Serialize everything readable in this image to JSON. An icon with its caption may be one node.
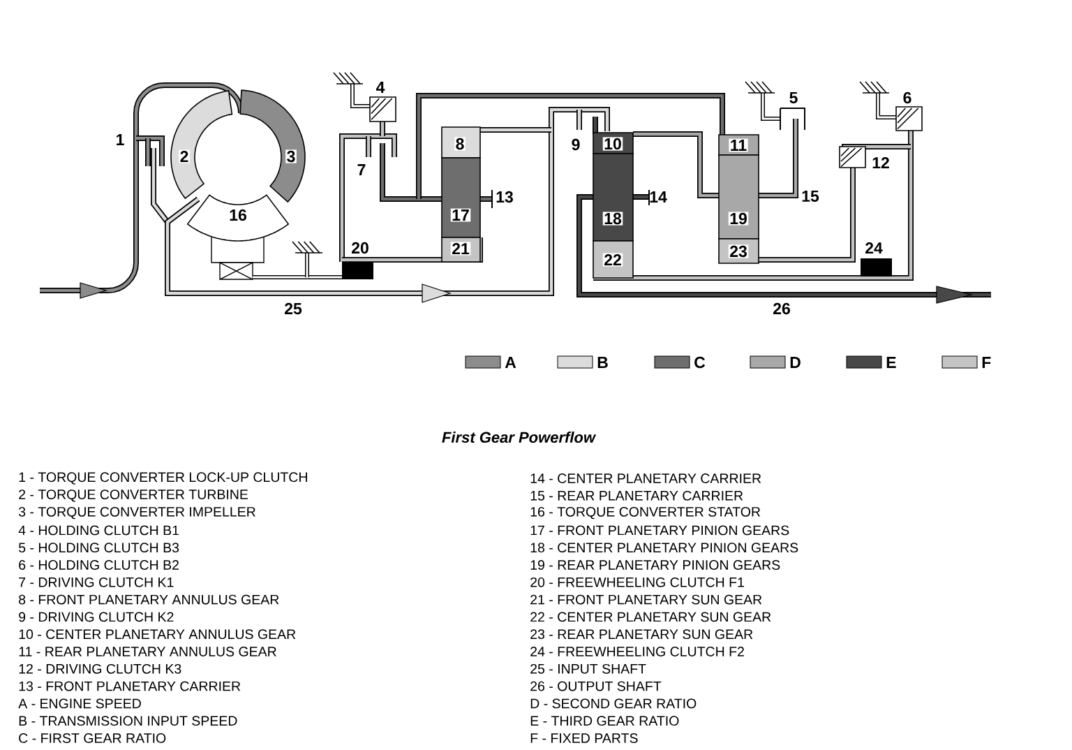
{
  "diagram": {
    "title": "First Gear Powerflow",
    "nodes": [
      {
        "text": [
          "2"
        ]
      },
      {
        "text": [
          "3"
        ]
      },
      {
        "text": [
          "16"
        ]
      },
      {
        "text": [
          "8"
        ]
      },
      {
        "text": [
          "17"
        ]
      },
      {
        "text": [
          "21"
        ]
      },
      {
        "text": [
          "10"
        ]
      },
      {
        "text": [
          "18"
        ]
      },
      {
        "text": [
          "22"
        ]
      },
      {
        "text": [
          "11"
        ]
      },
      {
        "text": [
          "19"
        ]
      },
      {
        "text": [
          "23"
        ]
      }
    ],
    "labels": [
      "1",
      "4",
      "5",
      "6",
      "7",
      "9",
      "12",
      "13",
      "14",
      "15",
      "20",
      "24",
      "25",
      "26",
      "1 - TORQUE CONVERTER LOCK-UP CLUTCH",
      "2 - TORQUE CONVERTER TURBINE",
      "3 - TORQUE CONVERTER IMPELLER",
      "4 - HOLDING CLUTCH B1",
      "5 - HOLDING CLUTCH B3",
      "6 - HOLDING CLUTCH B2",
      "7 - DRIVING CLUTCH K1",
      "8 - FRONT PLANETARY ANNULUS GEAR",
      "9 - DRIVING CLUTCH K2",
      "10 - CENTER PLANETARY ANNULUS GEAR",
      "11 - REAR PLANETARY ANNULUS GEAR",
      "12 - DRIVING CLUTCH K3",
      "13 - FRONT PLANETARY CARRIER",
      "A - ENGINE SPEED",
      "B - TRANSMISSION INPUT SPEED",
      "C - FIRST GEAR RATIO",
      "14 - CENTER PLANETARY CARRIER",
      "15 - REAR PLANETARY CARRIER",
      "16 - TORQUE CONVERTER STATOR",
      "17 - FRONT PLANETARY PINION GEARS",
      "18 - CENTER PLANETARY PINION GEARS",
      "19 - REAR PLANETARY PINION GEARS",
      "20 - FREEWHEELING CLUTCH F1",
      "21 - FRONT PLANETARY SUN GEAR",
      "22 - CENTER PLANETARY SUN GEAR",
      "23 - REAR PLANETARY SUN GEAR",
      "24 - FREEWHEELING CLUTCH F2",
      "25 - INPUT SHAFT",
      "26 - OUTPUT SHAFT",
      "D - SECOND GEAR RATIO",
      "E - THIRD GEAR RATIO",
      "F - FIXED PARTS"
    ],
    "legend": [
      {
        "text": "A",
        "color": "#8c8c8c"
      },
      {
        "text": "B",
        "color": "#dcdcdc"
      },
      {
        "text": "C",
        "color": "#6e6e6e"
      },
      {
        "text": "D",
        "color": "#a8a8a8"
      },
      {
        "text": "E",
        "color": "#484848"
      },
      {
        "text": "F",
        "color": "#c4c4c4"
      }
    ]
  }
}
